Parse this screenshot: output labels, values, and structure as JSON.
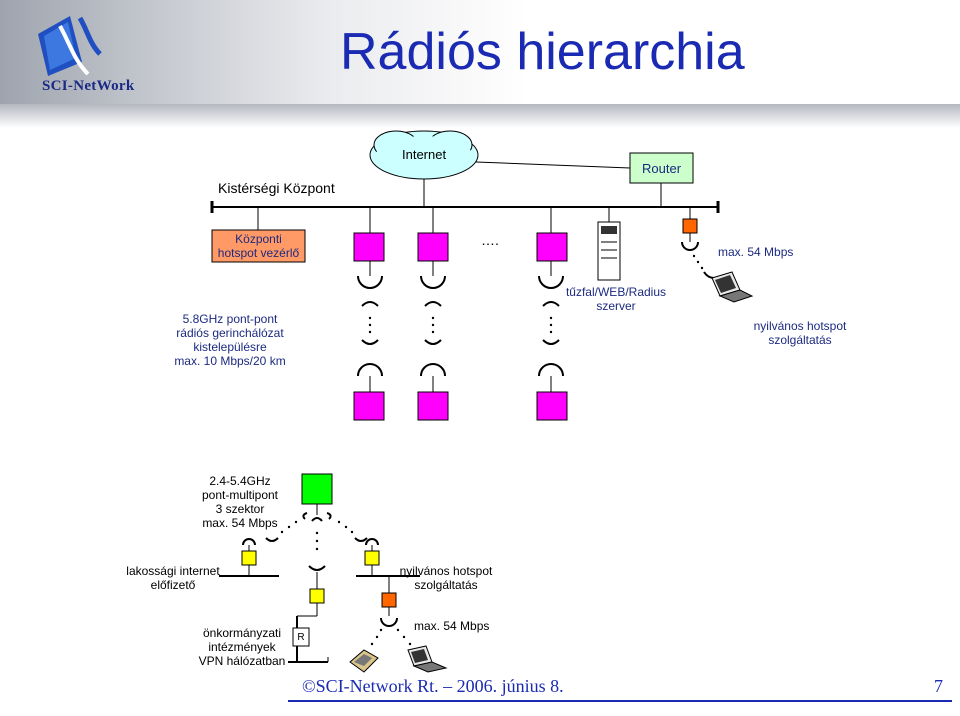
{
  "title": "Rádiós hierarchia",
  "logo": {
    "text": "SCI-NetWork",
    "icon": "sci-network-logo"
  },
  "hq": {
    "label": "Kistérségi Központ",
    "internet_label": "Internet",
    "router_label": "Router"
  },
  "central_hotspot": {
    "line1": "Központi",
    "line2": "hotspot vezérlő"
  },
  "ellipsis": "….",
  "max54_top": "max. 54 Mbps",
  "server_label": {
    "line1": "tűzfal/WEB/Radius",
    "line2": "szerver"
  },
  "backbone": {
    "line1": "5.8GHz pont-pont",
    "line2": "rádiós gerinchálózat",
    "line3": "kistelepülésre",
    "line4": "max. 10 Mbps/20 km"
  },
  "public_hotspot_top": {
    "line1": "nyilvános hotspot",
    "line2": "szolgáltatás"
  },
  "multipoint": {
    "line1": "2.4-5.4GHz",
    "line2": "pont-multipont",
    "line3": "3 szektor",
    "line4": "max. 54 Mbps"
  },
  "residential": {
    "line1": "lakossági internet",
    "line2": "előfizető"
  },
  "public_hotspot_bottom": {
    "line1": "nyilvános hotspot",
    "line2": "szolgáltatás"
  },
  "municipal": {
    "line1": "önkormányzati",
    "line2": "intézmények",
    "line3": "VPN hálózatban"
  },
  "router_small": "R",
  "max54_bottom": "max. 54 Mbps",
  "footer": "©SCI-Network Rt. – 2006. június 8.",
  "page_number": "7",
  "colors": {
    "title": "#1a2ab3",
    "magenta": "#ff00ff",
    "green": "#00ff00",
    "yellow": "#ffff00",
    "orange": "#ff6600",
    "internet_cloud": "#ccffff",
    "router_box": "#ccffcc",
    "hotspot_box": "#ff9966",
    "label_text": "#1c2a80"
  }
}
